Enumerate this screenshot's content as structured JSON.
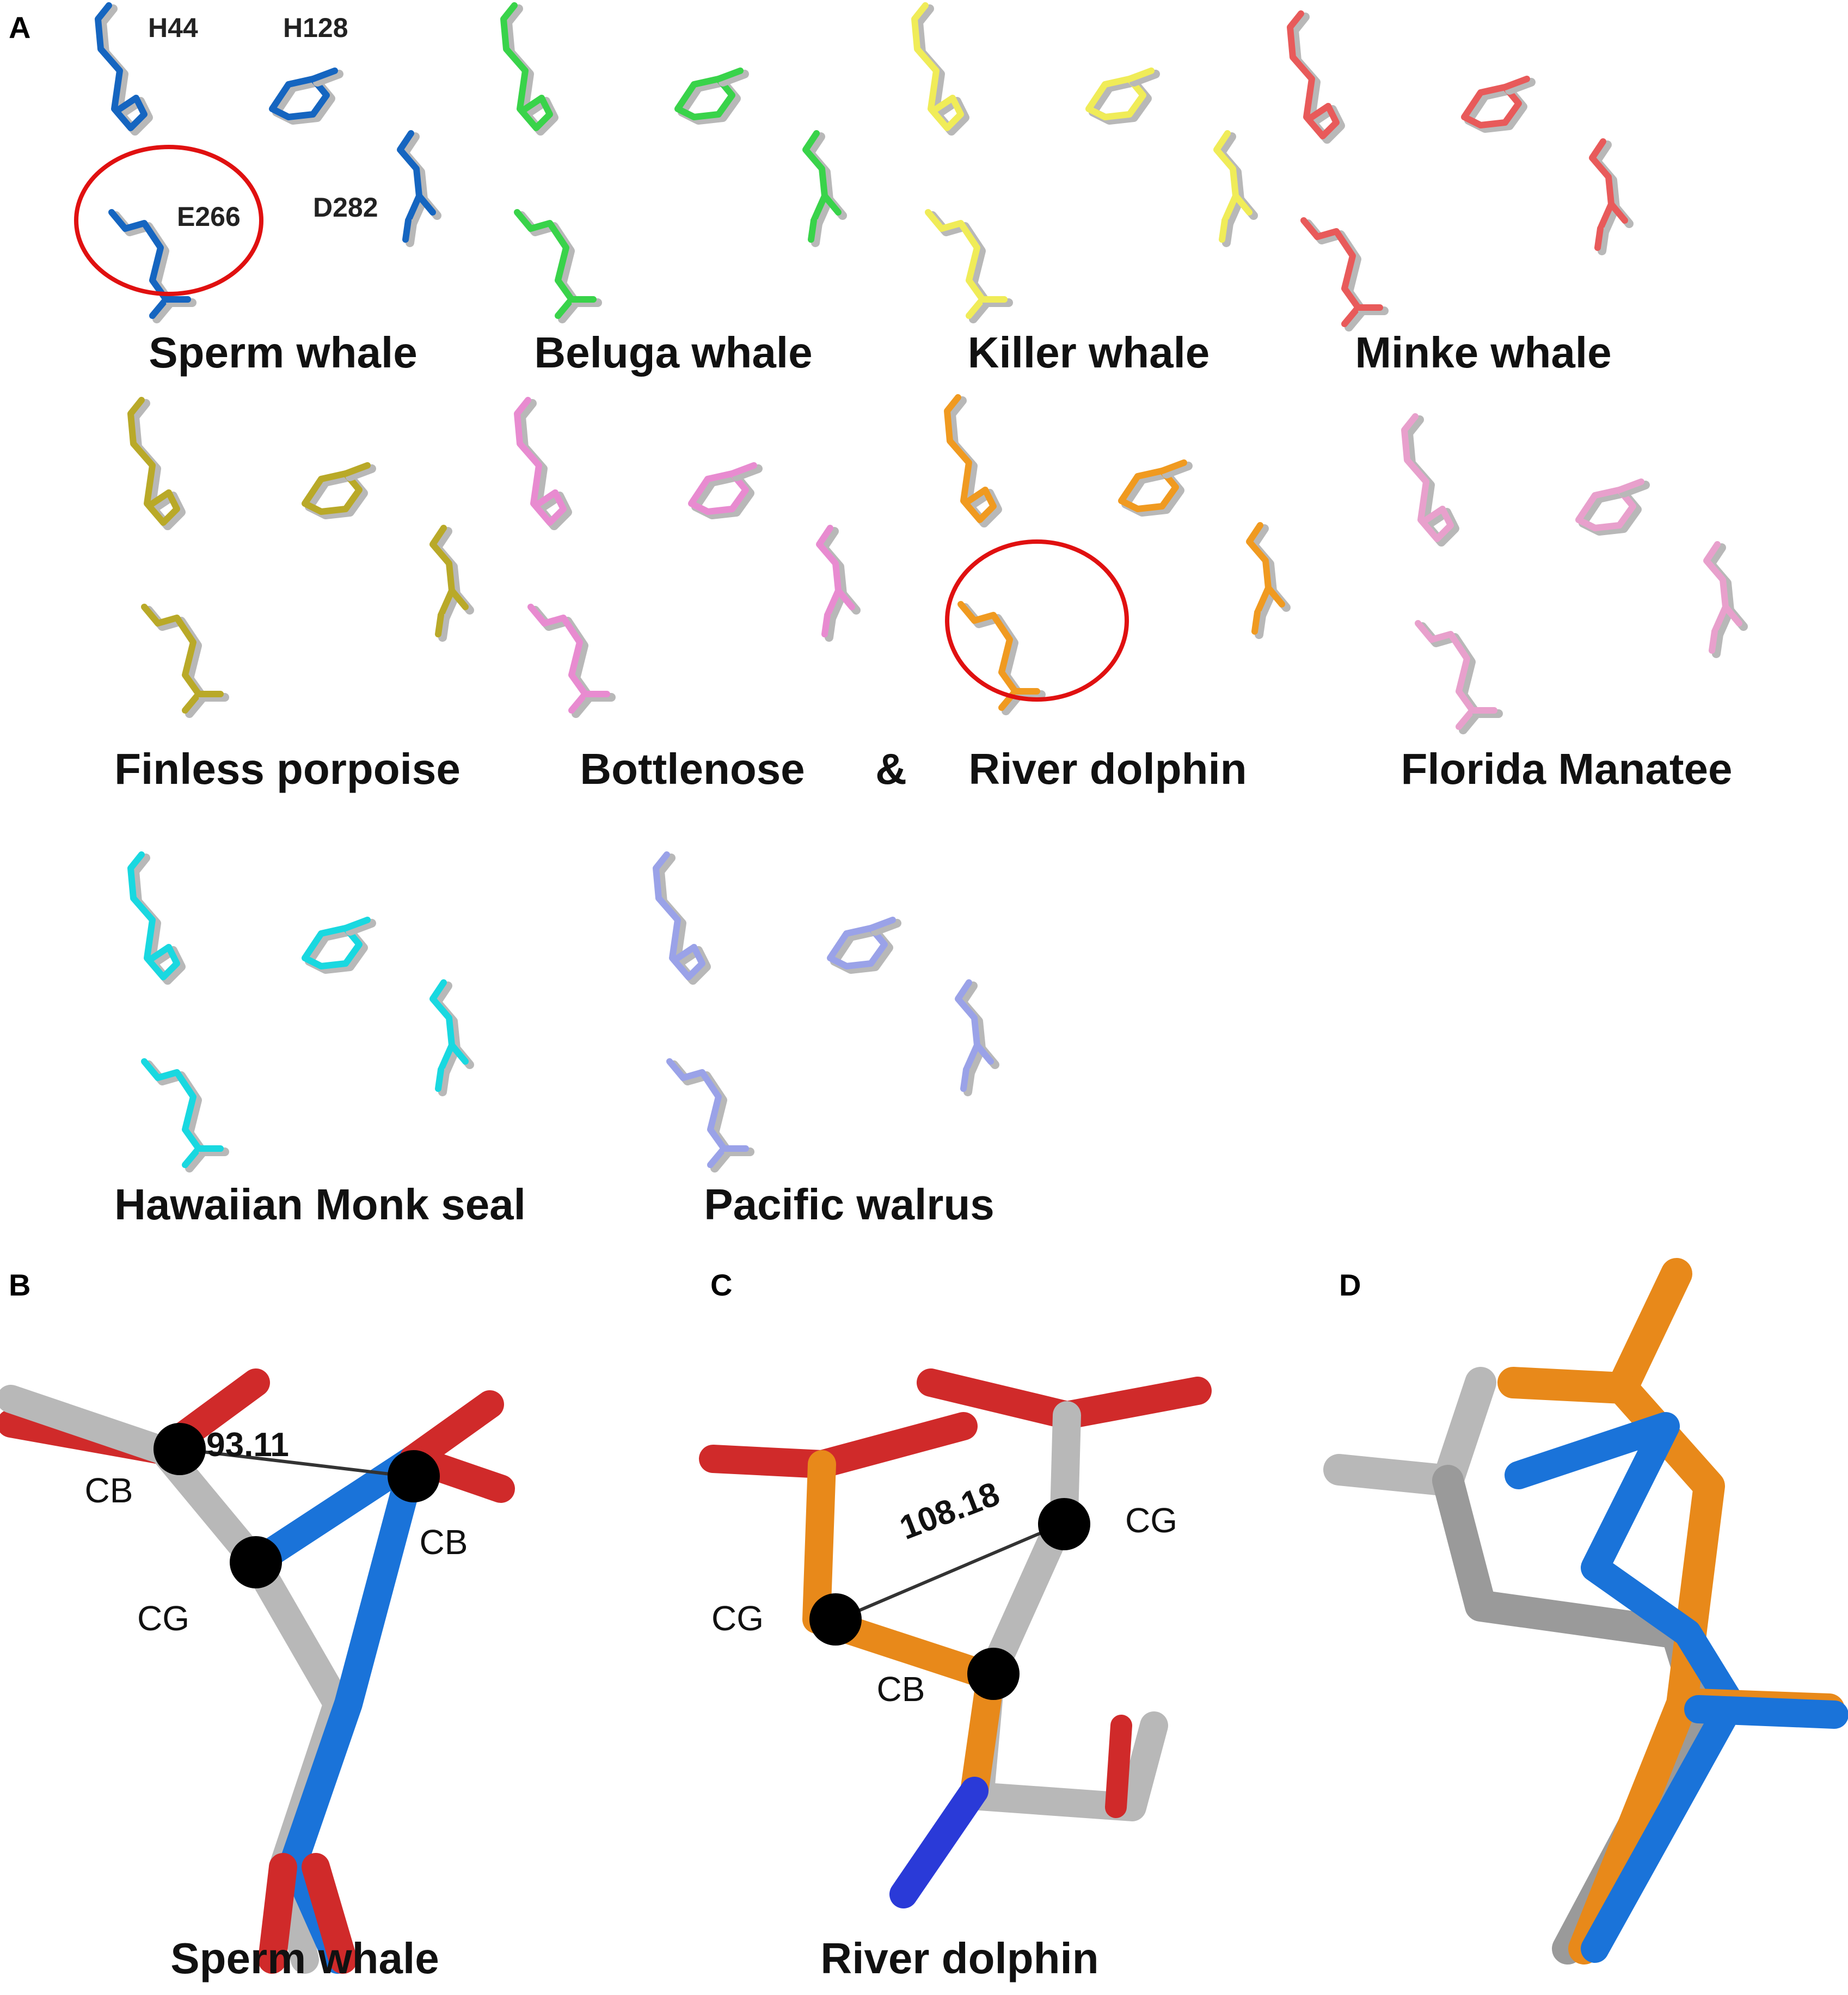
{
  "panels": {
    "a": {
      "letter": "A",
      "residues": {
        "h44": "H44",
        "h128": "H128",
        "e266": "E266",
        "d282": "D282"
      },
      "species": [
        {
          "name": "Sperm whale",
          "color": "#1565c0",
          "highlight": true
        },
        {
          "name": "Beluga whale",
          "color": "#39d34a",
          "highlight": false
        },
        {
          "name": "Killer whale",
          "color": "#f0ec58",
          "highlight": false
        },
        {
          "name": "Minke whale",
          "color": "#e85a5a",
          "highlight": false
        },
        {
          "name": "Finless porpoise",
          "color": "#b9a928",
          "highlight": false
        },
        {
          "name": "Bottlenose",
          "color": "#e88bd0",
          "highlight": false
        },
        {
          "name": "River dolphin",
          "color": "#f09a20",
          "highlight": true
        },
        {
          "name": "Florida Manatee",
          "color": "#e8a0cc",
          "highlight": false
        },
        {
          "name": "Hawaiian Monk seal",
          "color": "#19d8e0",
          "highlight": false
        },
        {
          "name": "Pacific walrus",
          "color": "#9aa2e8",
          "highlight": false
        }
      ],
      "ampersand": "&"
    },
    "b": {
      "letter": "B",
      "angle_label": "93.11",
      "atom_labels": [
        "CB",
        "CG",
        "CB"
      ],
      "caption": "Sperm whale",
      "mutant_color": "#1a73d9"
    },
    "c": {
      "letter": "C",
      "angle_label": "108.18",
      "atom_labels": [
        "CG",
        "CB",
        "CG"
      ],
      "caption": "River dolphin",
      "mutant_color": "#e8891a"
    },
    "d": {
      "letter": "D"
    }
  },
  "colors": {
    "reference": "#b8b8b8",
    "oxygen": "#d02a2a",
    "nitrogen": "#2a3ad8",
    "highlight_ring": "#e01010",
    "atom_marker": "#000000"
  }
}
